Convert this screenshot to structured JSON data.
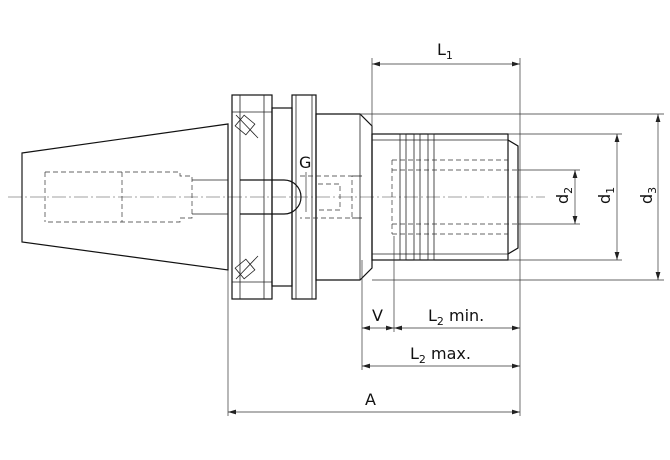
{
  "drawing": {
    "labels": {
      "L1": {
        "main": "L",
        "sub": "1"
      },
      "L2min": {
        "main": "L",
        "sub": "2",
        "suffix": " min."
      },
      "L2max": {
        "main": "L",
        "sub": "2",
        "suffix": " max."
      },
      "A": "A",
      "V": "V",
      "G": "G",
      "d1": {
        "main": "d",
        "sub": "1"
      },
      "d2": {
        "main": "d",
        "sub": "2"
      },
      "d3": {
        "main": "d",
        "sub": "3"
      }
    }
  }
}
